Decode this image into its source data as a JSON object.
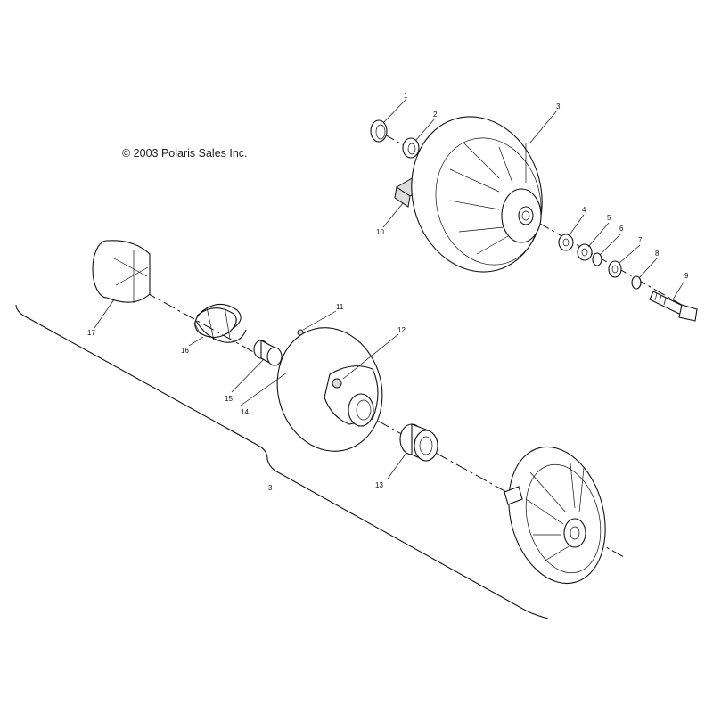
{
  "copyright": "© 2003 Polaris Sales Inc.",
  "callouts": {
    "c1": "1",
    "c2": "2",
    "c3_top": "3",
    "c4": "4",
    "c5": "5",
    "c6": "6",
    "c7": "7",
    "c8": "8",
    "c9": "9",
    "c10": "10",
    "c11": "11",
    "c12": "12",
    "c13": "13",
    "c14": "14",
    "c15": "15",
    "c16": "16",
    "c17": "17",
    "c3_bracket": "3"
  }
}
